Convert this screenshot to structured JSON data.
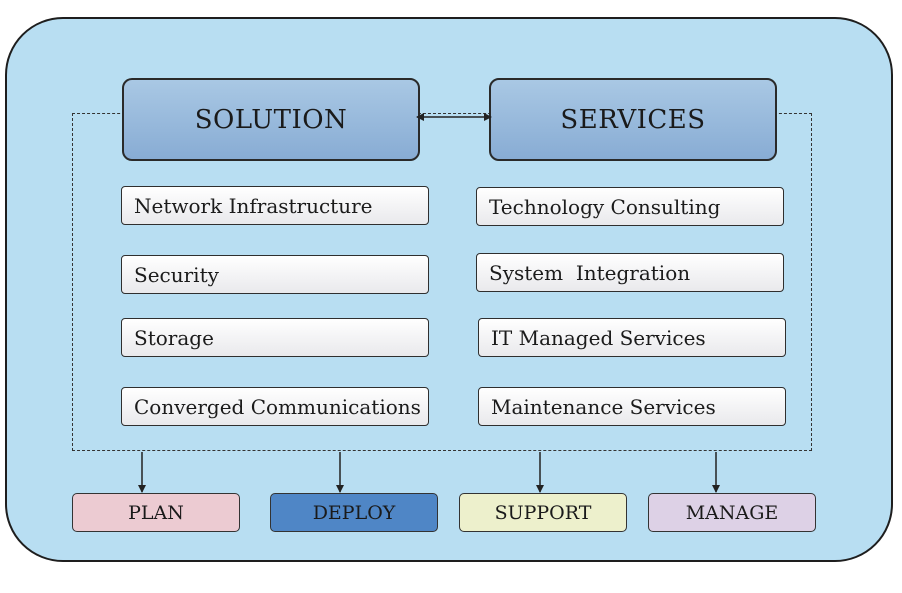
{
  "columns": {
    "solution": {
      "header": "SOLUTION",
      "items": [
        "Network Infrastructure",
        "Security",
        "Storage",
        "Converged Communications"
      ]
    },
    "services": {
      "header": "SERVICES",
      "items": [
        "Technology Consulting",
        "System  Integration",
        "IT Managed Services",
        "Maintenance Services"
      ]
    }
  },
  "stages": [
    {
      "label": "PLAN",
      "color": "#eccbd2"
    },
    {
      "label": "DEPLOY",
      "color": "#4f86c6"
    },
    {
      "label": "SUPPORT",
      "color": "#edf0cc"
    },
    {
      "label": "MANAGE",
      "color": "#ddd1e6"
    }
  ],
  "colors": {
    "panel_background": "#b8def2",
    "header_fill": "#97b8dc",
    "item_fill": "#f0f0f2"
  }
}
